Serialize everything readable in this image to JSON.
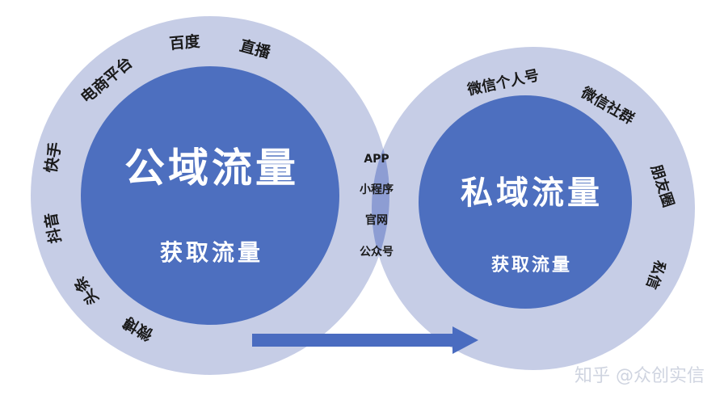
{
  "public": {
    "title": "公域流量",
    "subtitle": "获取流量",
    "channels": [
      "电商平台",
      "百度",
      "直播",
      "快手",
      "抖音",
      "头条",
      "微博"
    ]
  },
  "private": {
    "title": "私域流量",
    "subtitle": "获取流量",
    "channels": [
      "微信个人号",
      "微信社群",
      "朋友圈",
      "私信"
    ]
  },
  "overlap": {
    "items": [
      "APP",
      "小程序",
      "官网",
      "公众号"
    ]
  },
  "watermark": "知乎 @众创实信",
  "colors": {
    "outer_ring": "#c6cde6",
    "inner_circle": "#4d6fbf",
    "overlap": "#8d9dd3",
    "arrow": "#4a6cc0",
    "dark_text": "#1a1a1a",
    "light_text": "#ffffff",
    "watermark": "#cfd4e0"
  }
}
